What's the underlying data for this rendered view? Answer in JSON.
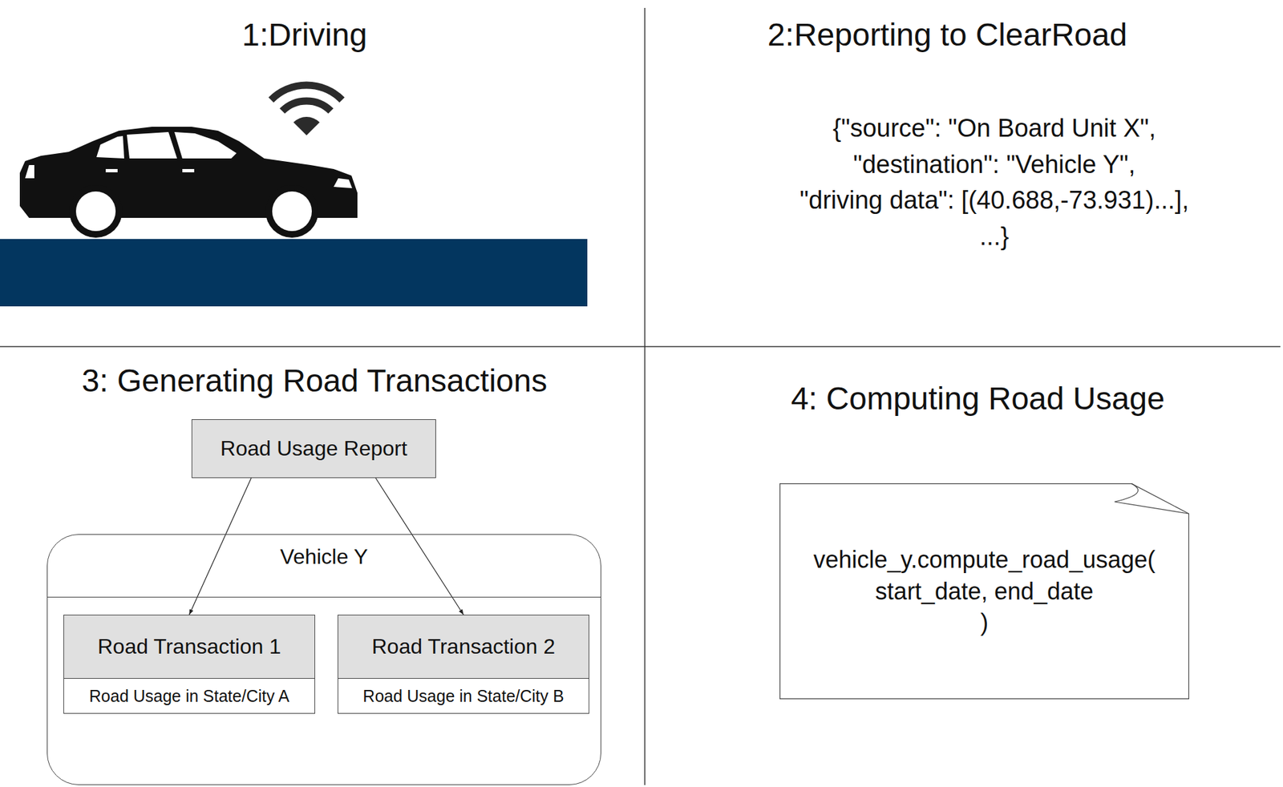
{
  "diagram": {
    "nodes": [
      {
        "text": [
          "Road Usage Report"
        ]
      },
      {
        "text": [
          "Vehicle Y"
        ]
      },
      {
        "text": [
          "Road Transaction 1",
          "Road Usage in State/City A"
        ],
        "in": 1
      },
      {
        "text": [
          "Road Transaction 2",
          "Road Usage in State/City B"
        ],
        "in": 1
      },
      {
        "text": [
          "vehicle_y.compute_road_usage( start_date, end_date )"
        ]
      }
    ],
    "edges": [
      {
        "from": 0,
        "to": 2,
        "arrow": "to"
      },
      {
        "from": 0,
        "to": 3,
        "arrow": "to"
      }
    ],
    "labels": [
      "1:Driving",
      "2:Reporting to ClearRoad",
      "{\"source\": \"On Board Unit X\",",
      "\"destination\": \"Vehicle Y\",",
      "\"driving data\": [(40.688,-73.931)...],",
      "...}",
      "3: Generating Road Transactions",
      "4: Computing Road Usage"
    ]
  }
}
